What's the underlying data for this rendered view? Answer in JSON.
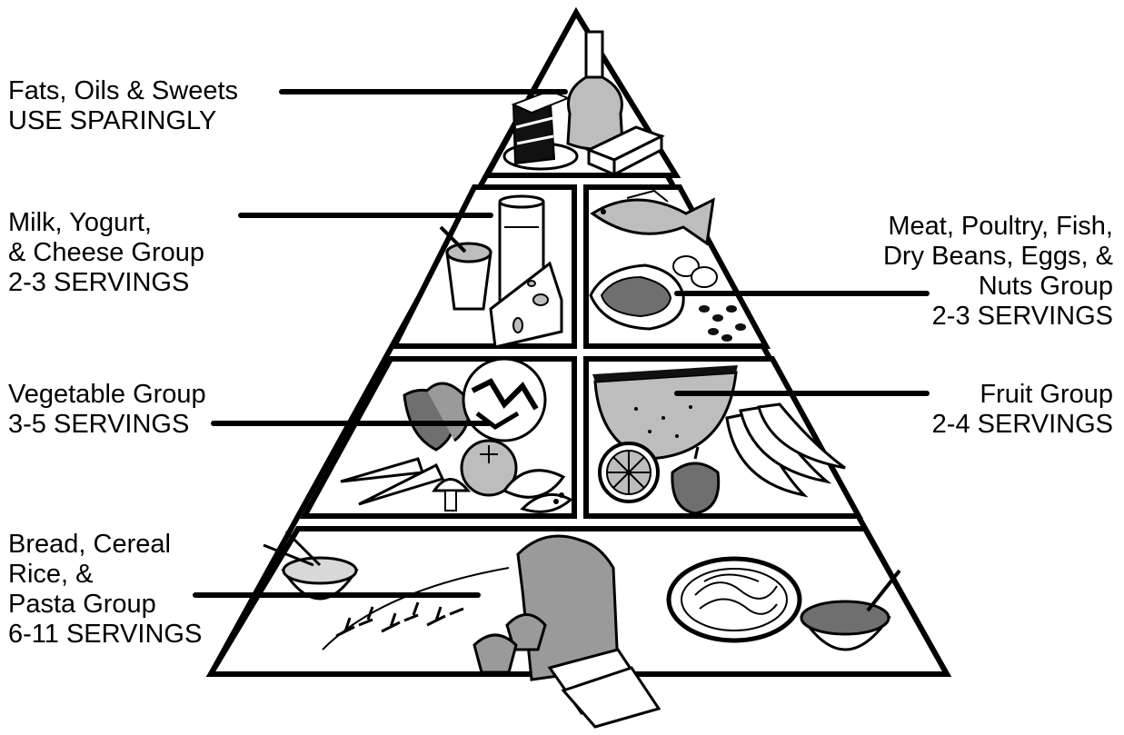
{
  "colors": {
    "outline": "#000000",
    "light_gray": "#bdbdbd",
    "mid_gray": "#9a9a9a",
    "dark_gray": "#6f6f6f",
    "background": "#ffffff"
  },
  "pyramid": {
    "tiers": [
      {
        "id": "fats",
        "lines": [
          "Fats, Oils & Sweets",
          "USE SPARINGLY"
        ],
        "foods": [
          "cake-icon",
          "oil-bottle-icon",
          "butter-icon"
        ]
      },
      {
        "id": "milk",
        "lines": [
          "Milk, Yogurt,",
          "& Cheese Group",
          "2-3 SERVINGS"
        ],
        "foods": [
          "milk-glass-icon",
          "yogurt-cup-icon",
          "cheese-icon"
        ]
      },
      {
        "id": "meat",
        "lines": [
          "Meat, Poultry, Fish,",
          "Dry Beans, Eggs, &",
          "Nuts Group",
          "2-3 SERVINGS"
        ],
        "foods": [
          "fish-icon",
          "steak-icon",
          "eggs-icon",
          "beans-icon"
        ]
      },
      {
        "id": "vegetable",
        "lines": [
          "Vegetable Group",
          "3-5 SERVINGS"
        ],
        "foods": [
          "peppers-icon",
          "lettuce-icon",
          "carrot-icon",
          "tomato-icon",
          "mushroom-icon",
          "pea-pod-icon"
        ]
      },
      {
        "id": "fruit",
        "lines": [
          "Fruit Group",
          "2-4 SERVINGS"
        ],
        "foods": [
          "watermelon-icon",
          "orange-slice-icon",
          "apple-icon",
          "banana-icon"
        ]
      },
      {
        "id": "grains",
        "lines": [
          "Bread, Cereal",
          "Rice, &",
          "Pasta Group",
          "6-11 SERVINGS"
        ],
        "foods": [
          "rice-bowl-icon",
          "wheat-icon",
          "bread-loaf-icon",
          "muffin-icon",
          "pasta-plate-icon",
          "cereal-bowl-icon"
        ]
      }
    ]
  }
}
